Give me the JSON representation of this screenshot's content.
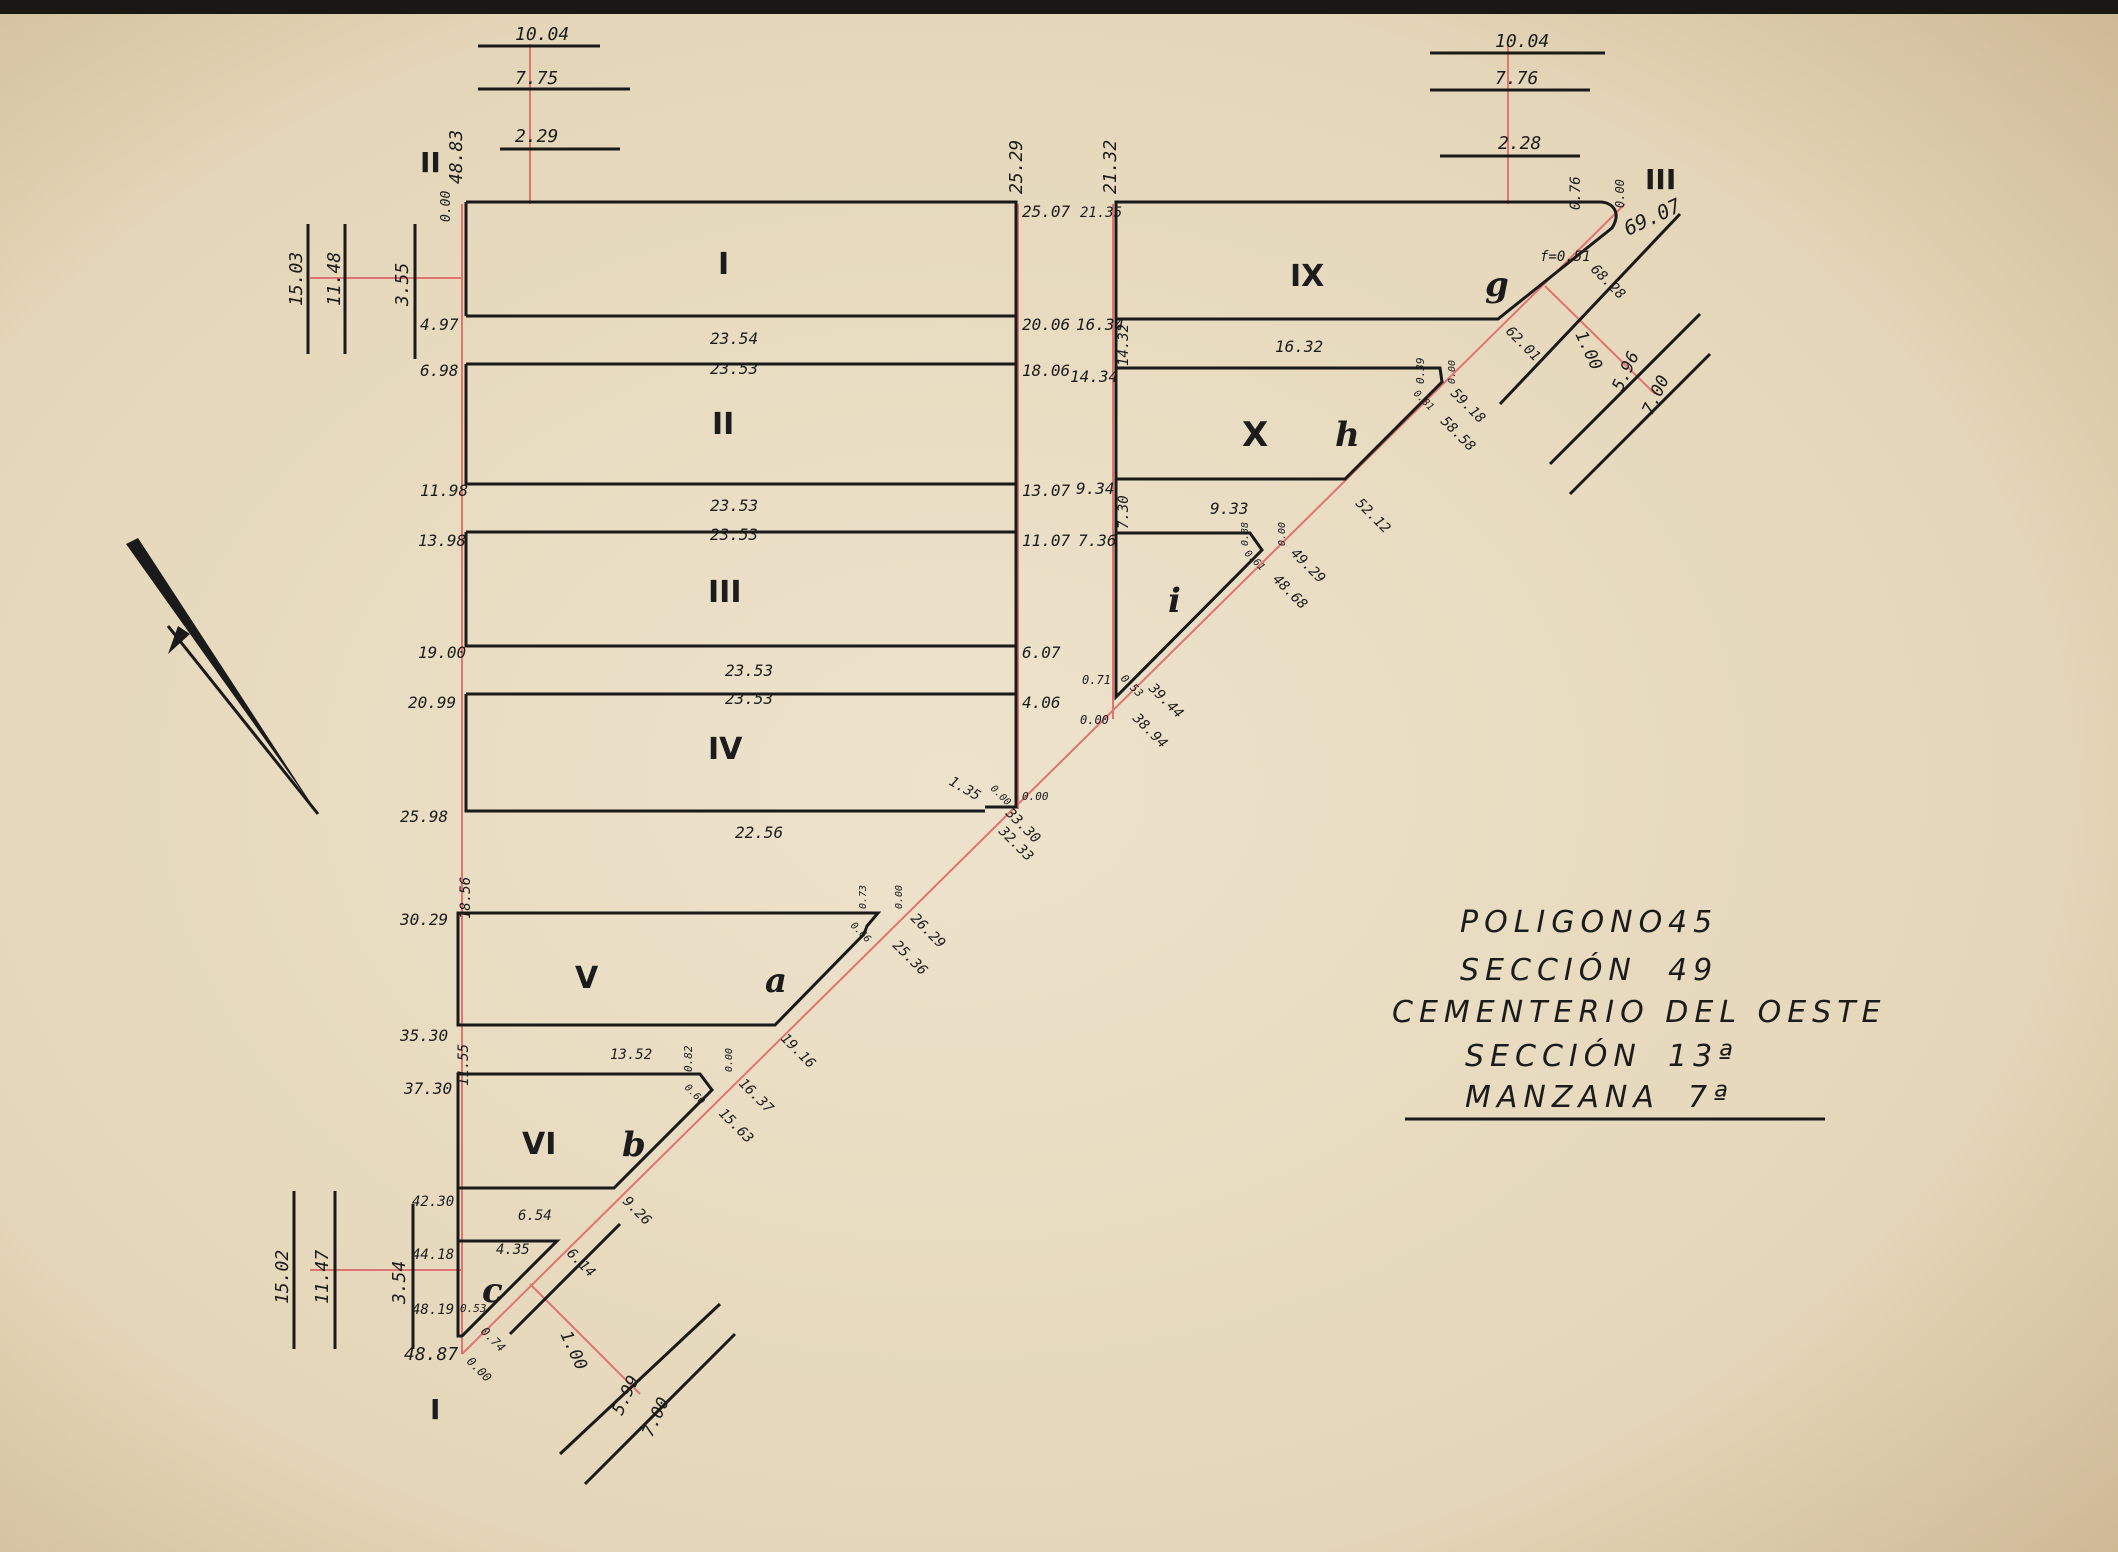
{
  "corners": {
    "I": "I",
    "II": "II",
    "III": "III"
  },
  "title_block": {
    "poligono": "POLIGONO",
    "poligono_num": "45",
    "seccion": "SECCIÓN",
    "seccion_num": "49",
    "cementerio": "CEMENTERIO DEL OESTE",
    "seccion2": "SECCIÓN",
    "seccion2_num": "13ª",
    "manzana": "MANZANA",
    "manzana_num": "7ª"
  },
  "plots": {
    "I": "I",
    "II": "II",
    "III": "III",
    "IV": "IV",
    "V": "V",
    "VI": "VI",
    "IX": "IX",
    "X": "X",
    "a": "a",
    "b": "b",
    "c": "c",
    "g": "g",
    "h": "h",
    "i": "i"
  },
  "top_left_ref": [
    "10.04",
    "7.75",
    "2.29"
  ],
  "top_right_ref": [
    "10.04",
    "7.76",
    "2.28"
  ],
  "left_top_ref": [
    "15.03",
    "11.48",
    "3.55"
  ],
  "left_bottom_ref": [
    "15.02",
    "11.47",
    "3.54"
  ],
  "diag_top_ref": [
    "1.00",
    "5.96",
    "7.00"
  ],
  "diag_bottom_ref": [
    "1.00",
    "5.99",
    "7.00"
  ],
  "left_axis": [
    "0.00",
    "48.83",
    "4.97",
    "6.98",
    "11.98",
    "13.98",
    "19.00",
    "20.99",
    "25.98",
    "18.56",
    "30.29",
    "35.30",
    "11.55",
    "37.30",
    "42.30",
    "44.18",
    "48.19",
    "48.87",
    "0.53",
    "0.74",
    "0.00"
  ],
  "mid_axis": [
    "25.29",
    "25.07",
    "20.06",
    "18.06",
    "13.07",
    "11.07",
    "6.07",
    "4.06",
    "1.35",
    "0.00",
    "33.30",
    "32.33",
    "0.00"
  ],
  "right_axis": [
    "21.32",
    "21.35",
    "16.34",
    "14.32",
    "14.34",
    "9.34",
    "7.30",
    "7.36",
    "0.71",
    "0.00"
  ],
  "widths": [
    "23.54",
    "23.53",
    "23.53",
    "23.53",
    "23.53",
    "23.53",
    "22.56",
    "13.52",
    "6.54",
    "4.35",
    "16.32",
    "9.33"
  ],
  "diag_values": [
    "0.76",
    "0.00",
    "69.07",
    "f=0.51",
    "68.28",
    "62.01",
    "0.39",
    "0.00",
    "0.81",
    "59.18",
    "58.58",
    "52.12",
    "0.88",
    "0.00",
    "0.61",
    "49.29",
    "48.68",
    "0.53",
    "39.44",
    "38.94",
    "0.73",
    "0.00",
    "0.66",
    "26.29",
    "25.36",
    "19.16",
    "0.82",
    "0.00",
    "0.60",
    "16.37",
    "15.63",
    "9.26",
    "6.14"
  ]
}
